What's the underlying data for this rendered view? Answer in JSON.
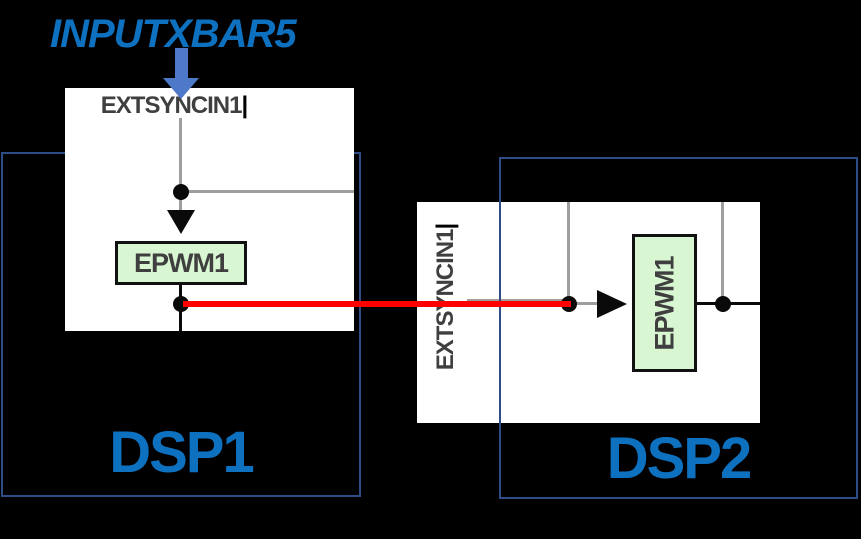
{
  "figure": {
    "annotation": "INPUTXBAR5",
    "cursor": "|"
  },
  "dsp1": {
    "label": "DSP1",
    "sync_signal": "EXTSYNCIN1",
    "epwm": "EPWM1"
  },
  "dsp2": {
    "label": "DSP2",
    "sync_signal": "EXTSYNCIN1",
    "epwm": "EPWM1"
  },
  "colors": {
    "background": "#000000",
    "panel": "#ffffff",
    "title_blue": "#0e71c0",
    "arrow_blue": "#4e79c8",
    "boundary_blue": "#2e4d87",
    "wire_gray": "#9e9e9e",
    "wire_black": "#0a0a0a",
    "sync_red": "#ff0000",
    "epwm_fill": "#d9f6d2",
    "epwm_border": "#111111",
    "text_dark": "#3f3f3f"
  }
}
